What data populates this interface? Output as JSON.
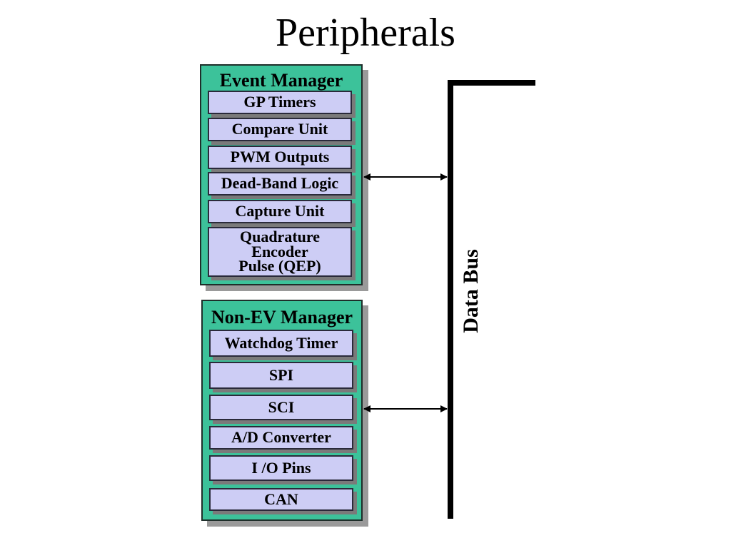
{
  "title": "Peripherals",
  "event_manager": {
    "title": "Event Manager",
    "items": [
      "GP Timers",
      "Compare Unit",
      "PWM Outputs",
      "Dead-Band Logic",
      "Capture Unit",
      "Quadrature\nEncoder\nPulse (QEP)"
    ]
  },
  "non_ev_manager": {
    "title": "Non-EV Manager",
    "items": [
      "Watchdog Timer",
      "SPI",
      "SCI",
      "A/D Converter",
      "I /O Pins",
      "CAN"
    ]
  },
  "bus": {
    "label": "Data Bus"
  },
  "colors": {
    "group_fill": "#3cc29a",
    "item_fill": "#cdcdf5",
    "shadow": "#9a9a9a",
    "bus": "#000000"
  }
}
